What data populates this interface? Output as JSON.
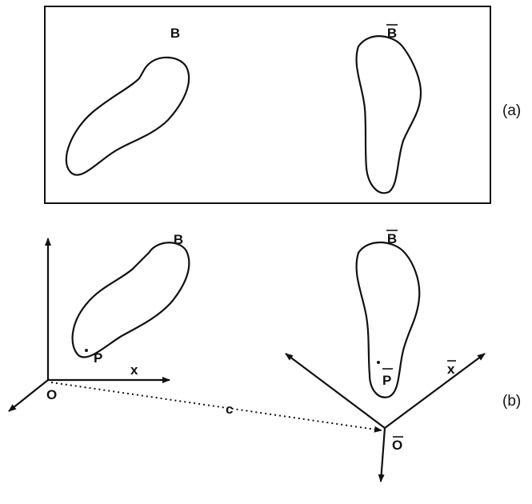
{
  "panel_a": {
    "body_label": "B",
    "moved_body_label": "B",
    "panel_label": "(a)"
  },
  "panel_b": {
    "body_label": "B",
    "moved_body_label": "B",
    "point_label": "P",
    "moved_point_label": "P",
    "x_label": "x",
    "moved_x_label": "x",
    "origin_label": "O",
    "moved_origin_label": "O",
    "offset_label": "c",
    "panel_label": "(b)"
  },
  "colors": {
    "ink": "#111111",
    "background": "#ffffff"
  }
}
